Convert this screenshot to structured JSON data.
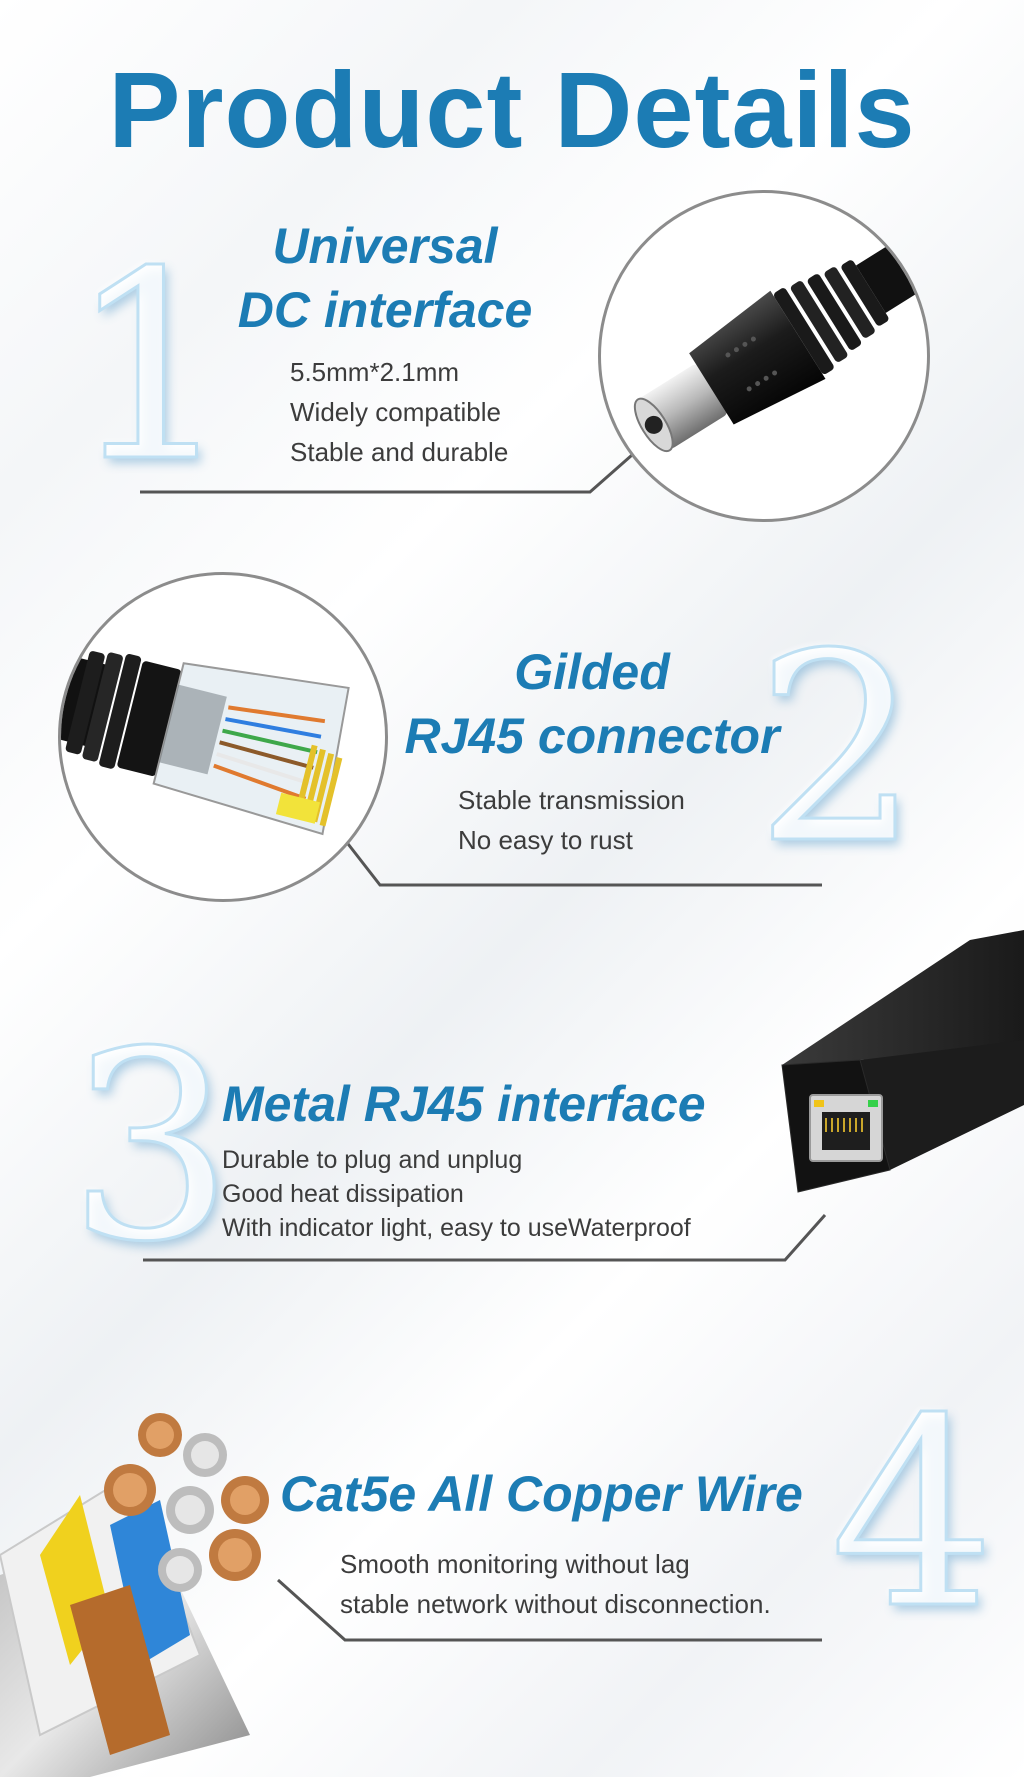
{
  "page": {
    "title": "Product Details"
  },
  "sections": [
    {
      "number": "1",
      "heading_line1": "Universal",
      "heading_line2": "DC interface",
      "details": [
        "5.5mm*2.1mm",
        "Widely compatible",
        "Stable and durable"
      ]
    },
    {
      "number": "2",
      "heading_line1": "Gilded",
      "heading_line2": "RJ45 connector",
      "details": [
        "Stable transmission",
        "No easy to rust"
      ]
    },
    {
      "number": "3",
      "heading": "Metal RJ45 interface",
      "details": [
        "Durable to plug and unplug",
        "Good heat dissipation",
        "With indicator light, easy to useWaterproof"
      ]
    },
    {
      "number": "4",
      "heading": "Cat5e All Copper Wire",
      "details": [
        "Smooth monitoring without lag",
        "stable network without disconnection."
      ]
    }
  ],
  "colors": {
    "accent": "#1c7cb4",
    "text": "#3c3c3c",
    "line": "#555555"
  },
  "icons": [
    "dc-plug-image",
    "rj45-connector-image",
    "rj45-port-device-image",
    "copper-cable-image"
  ]
}
